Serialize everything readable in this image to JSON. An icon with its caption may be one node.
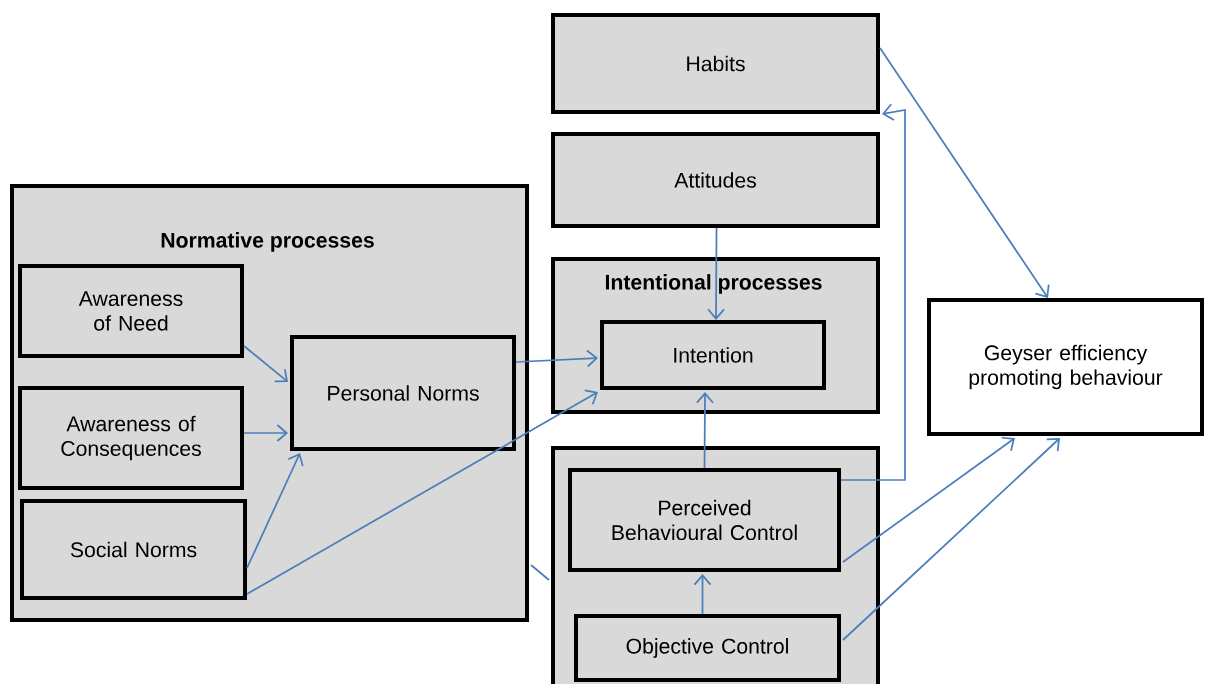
{
  "diagram": {
    "nodes": [
      {
        "text": [
          "Habits"
        ]
      },
      {
        "text": [
          "Attitudes"
        ]
      },
      {
        "text": [
          "Normative processes"
        ]
      },
      {
        "text": [
          "Awareness of Need"
        ],
        "in": 2
      },
      {
        "text": [
          "Awareness of Consequences"
        ],
        "in": 2
      },
      {
        "text": [
          "Social Norms"
        ],
        "in": 2
      },
      {
        "text": [
          "Personal Norms"
        ],
        "in": 2
      },
      {
        "text": [
          "Intentional processes"
        ]
      },
      {
        "text": [
          "Intention"
        ],
        "in": 7
      },
      {
        "text": [],
        "shape": "box"
      },
      {
        "text": [
          "Perceived Behavioural Control"
        ],
        "in": 9
      },
      {
        "text": [
          "Objective Control"
        ],
        "in": 9
      },
      {
        "text": [
          "Geyser efficiency promoting behaviour"
        ]
      }
    ],
    "edges": [
      {
        "from": 0,
        "to": 12,
        "arrow": "to"
      },
      {
        "from": 10,
        "to": 0,
        "arrow": "to"
      },
      {
        "from": 1,
        "to": 8,
        "arrow": "to"
      },
      {
        "from": 3,
        "to": 6,
        "arrow": "to"
      },
      {
        "from": 4,
        "to": 6,
        "arrow": "to"
      },
      {
        "from": 5,
        "to": 6,
        "arrow": "to"
      },
      {
        "from": 6,
        "to": 8,
        "arrow": "to"
      },
      {
        "from": 5,
        "to": 8,
        "arrow": "to"
      },
      {
        "from": 10,
        "to": 8,
        "arrow": "to"
      },
      {
        "from": 11,
        "to": 10,
        "arrow": "to"
      },
      {
        "from": 10,
        "to": 12,
        "arrow": "to"
      },
      {
        "from": 11,
        "to": 12,
        "arrow": "to"
      },
      {
        "from": 2,
        "to": 9,
        "arrow": "none"
      }
    ]
  }
}
